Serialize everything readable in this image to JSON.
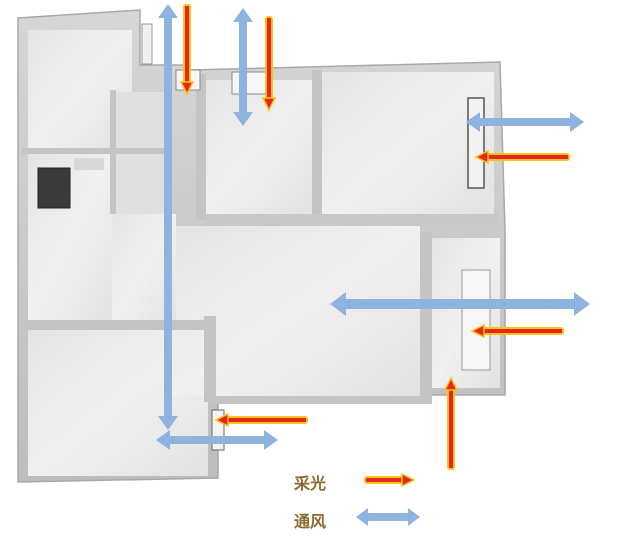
{
  "legend": {
    "light_label": "采光",
    "wind_label": "通风"
  },
  "colors": {
    "light_arrow_fill": "#e8261b",
    "light_arrow_glow": "#f7c31d",
    "wind_arrow": "#8fb3df",
    "wall": "#c9c9c9",
    "floor": "#e9e9e9",
    "legend_text": "#8a6a2f"
  },
  "icons": {
    "light_arrow": "red-arrow-with-yellow-glow",
    "wind_arrow": "double-headed-blue-arrow"
  }
}
